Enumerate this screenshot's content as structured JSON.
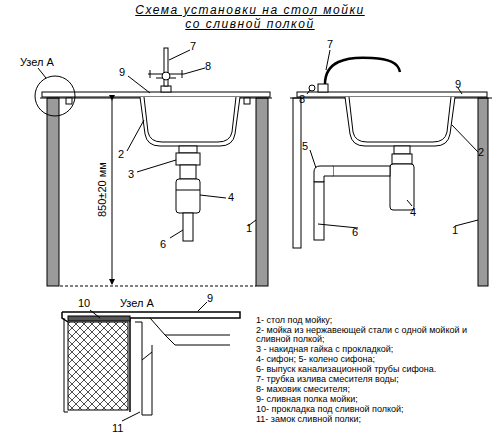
{
  "diagram": {
    "title": "Схема установки на стол мойки со сливной полкой",
    "labels": [
      "Узел А",
      "9",
      "7",
      "8",
      "2",
      "3",
      "4",
      "6",
      "1",
      "850±20 мм",
      "7",
      "8",
      "9",
      "5",
      "6",
      "4",
      "2",
      "1",
      "10",
      "Узел А",
      "9",
      "11",
      "1- стол под мойку;",
      "2- мойка из нержавеющей стали с одной мойкой и сливной полкой;",
      "3 - накидная гайка с прокладкой;",
      "4- сифон; 5- колено сифона;",
      "6- выпуск канализационной трубы сифона.",
      "7- трубка излива смесителя воды;",
      "8- маховик смесителя;",
      "9- сливная полка мойки;",
      "10- прокладка под сливной полкой;",
      "11- замок сливной полки;"
    ]
  }
}
